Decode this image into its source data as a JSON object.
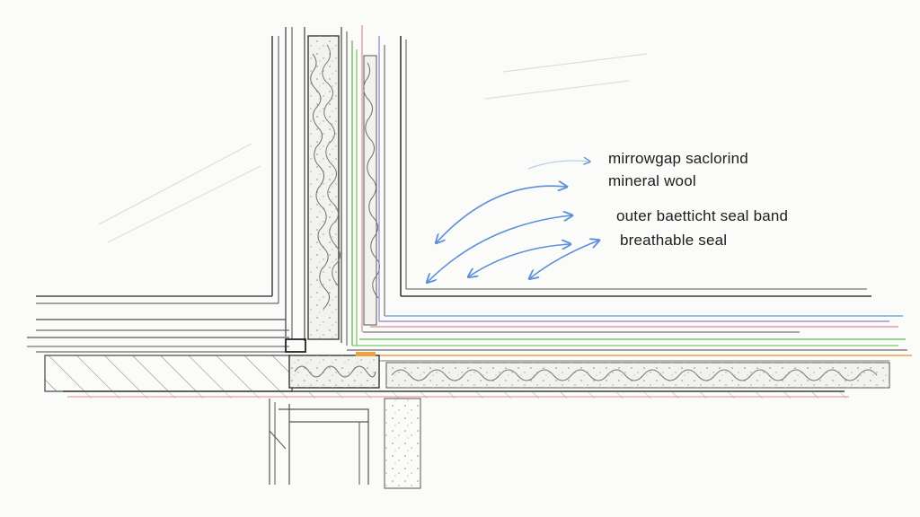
{
  "diagram": {
    "labels": [
      "mirrowgap saclorind",
      "mineral wool",
      "outer baetticht seal band",
      "breathable seal"
    ]
  },
  "colors": {
    "ink": "#3a3a3a",
    "light_ink": "#9a9a9a",
    "arrow_blue": "#5b8fd8",
    "seal_green": "#7cc66a",
    "seal_pink": "#e08a9a",
    "seal_purple": "#9a7ad0",
    "seal_orange": "#f0a040",
    "seal_blue": "#78a8e8",
    "insulation_fill": "#f4f4f2"
  }
}
